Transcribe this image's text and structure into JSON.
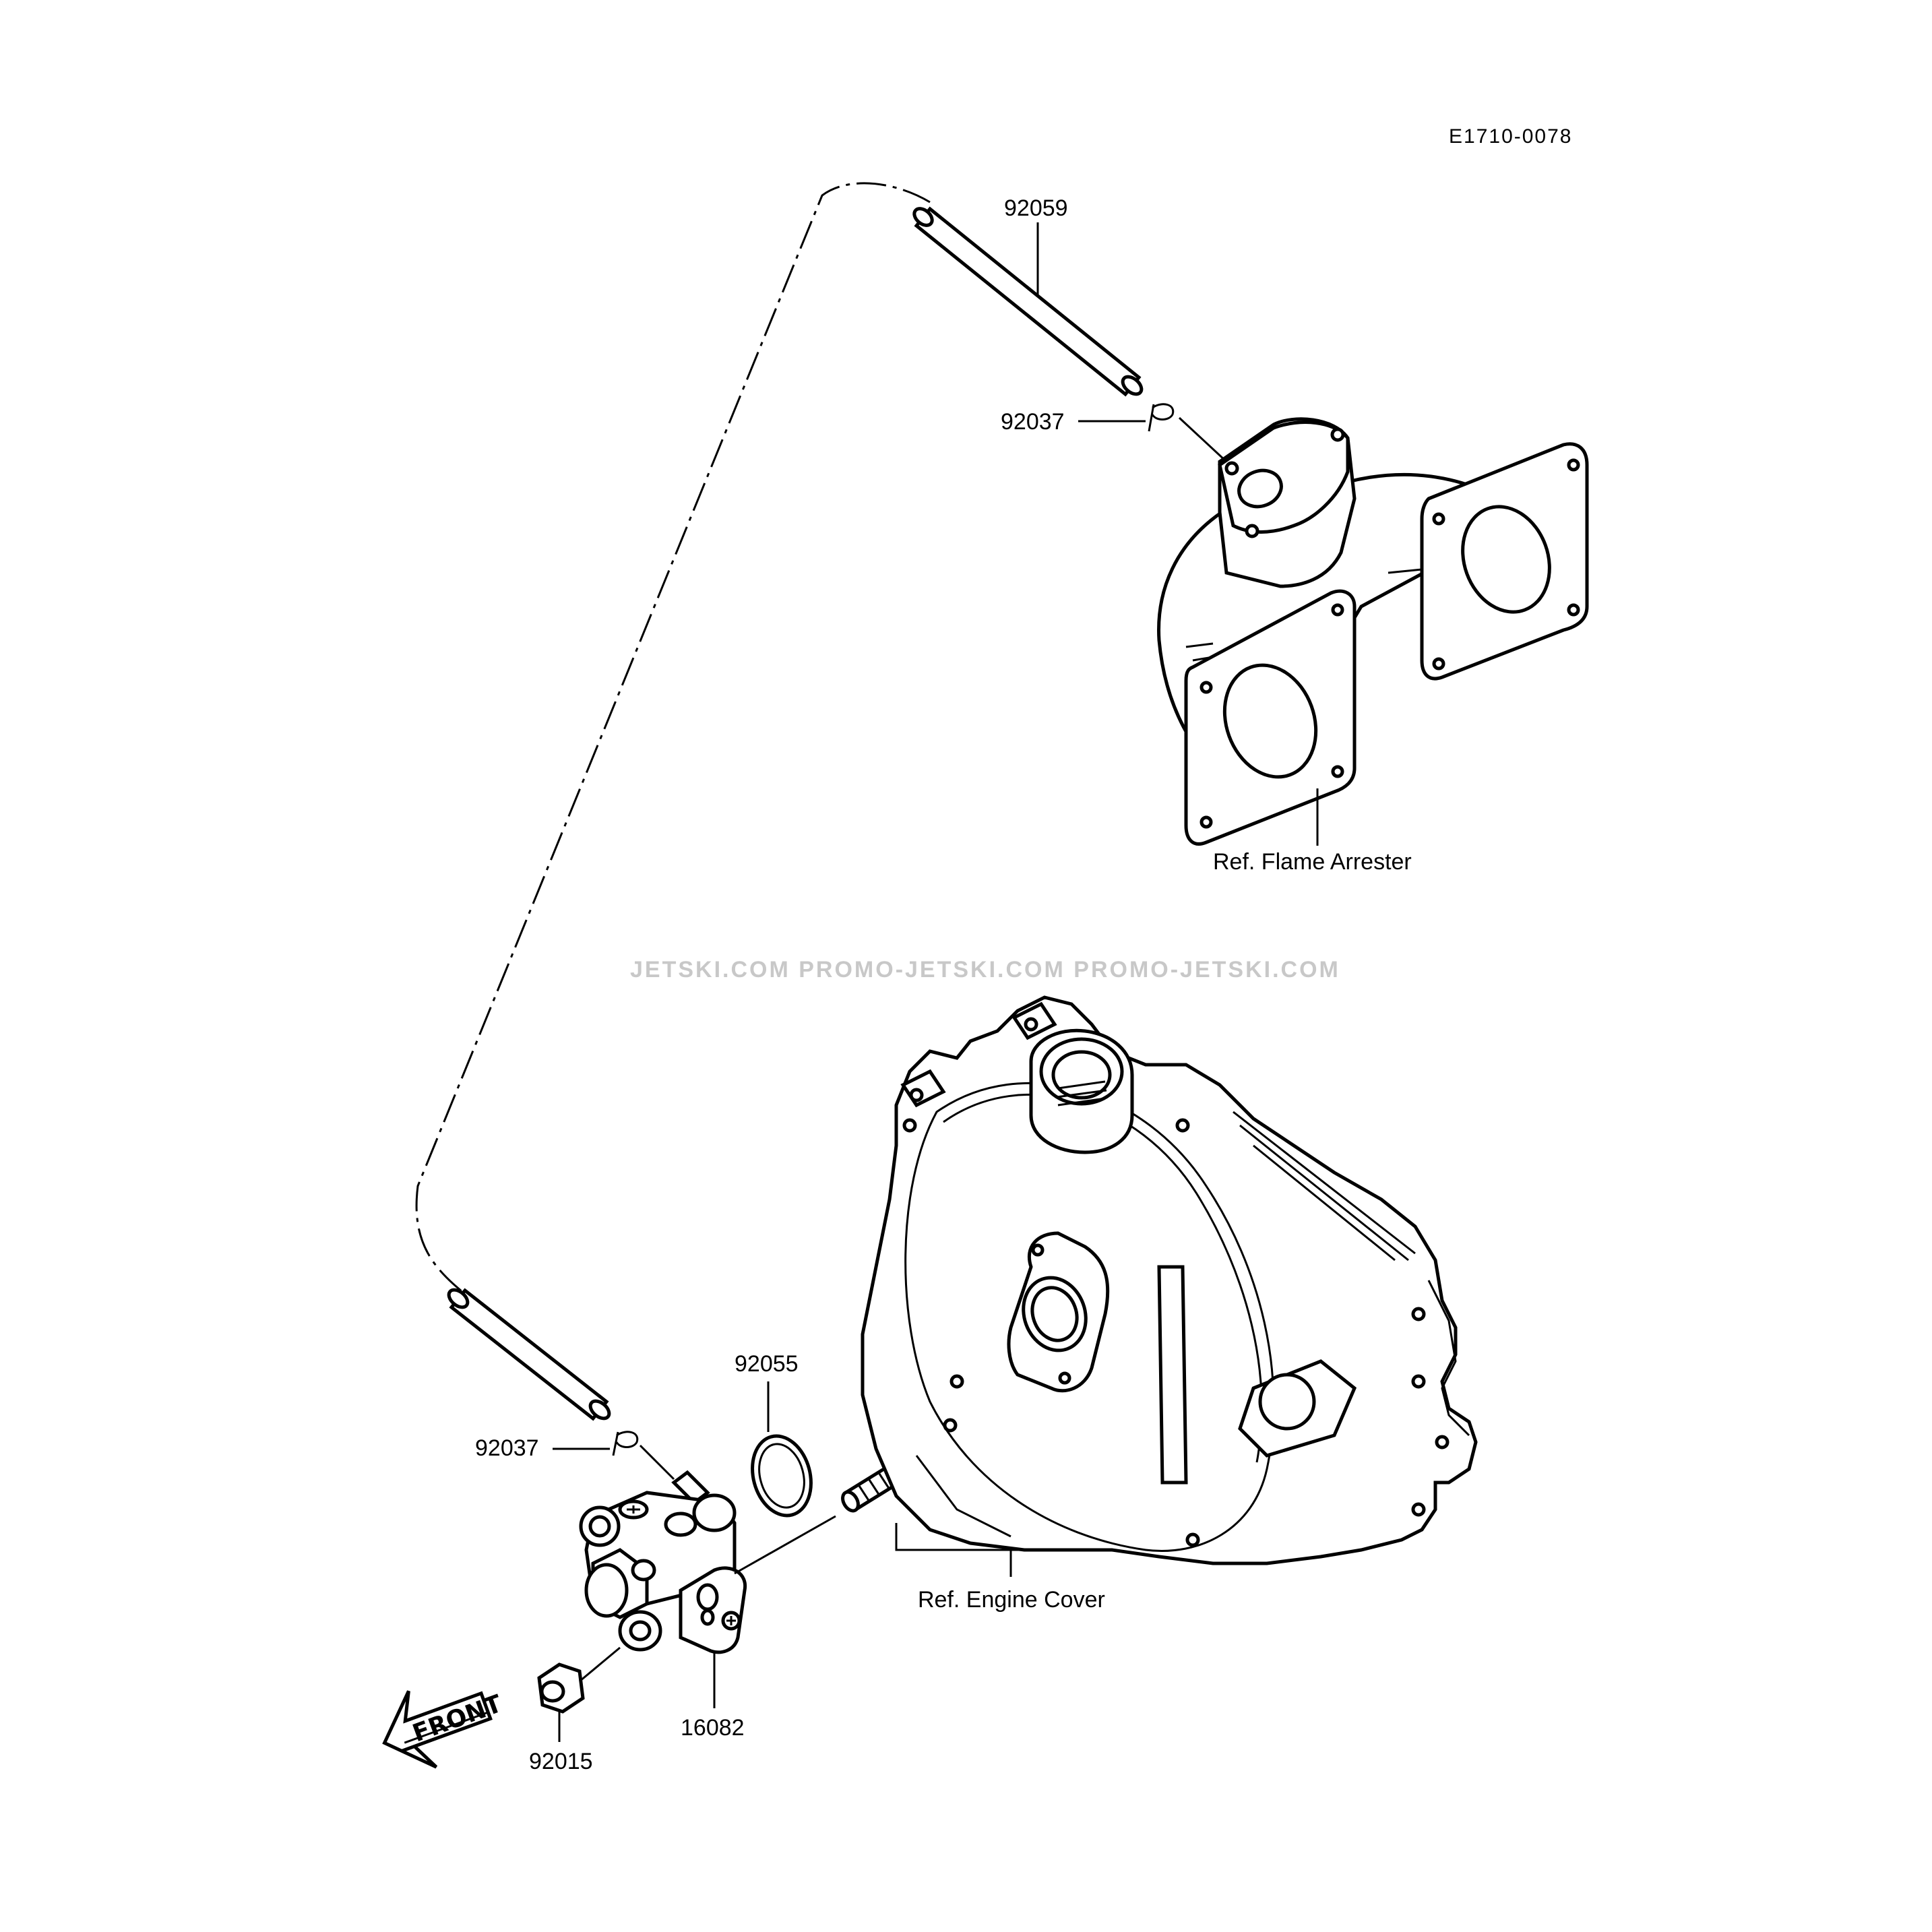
{
  "diagram_code": "E1710-0078",
  "watermark": "JETSKI.COM  PROMO-JETSKI.COM  PROMO-JETSKI.COM",
  "parts": {
    "hose_upper": "92059",
    "clamp_upper": "92037",
    "clamp_lower": "92037",
    "oring": "92055",
    "nut": "92015",
    "valve": "16082"
  },
  "refs": {
    "flame_arrester": "Ref. Flame Arrester",
    "engine_cover": "Ref. Engine Cover"
  },
  "front_label": "FRONT"
}
